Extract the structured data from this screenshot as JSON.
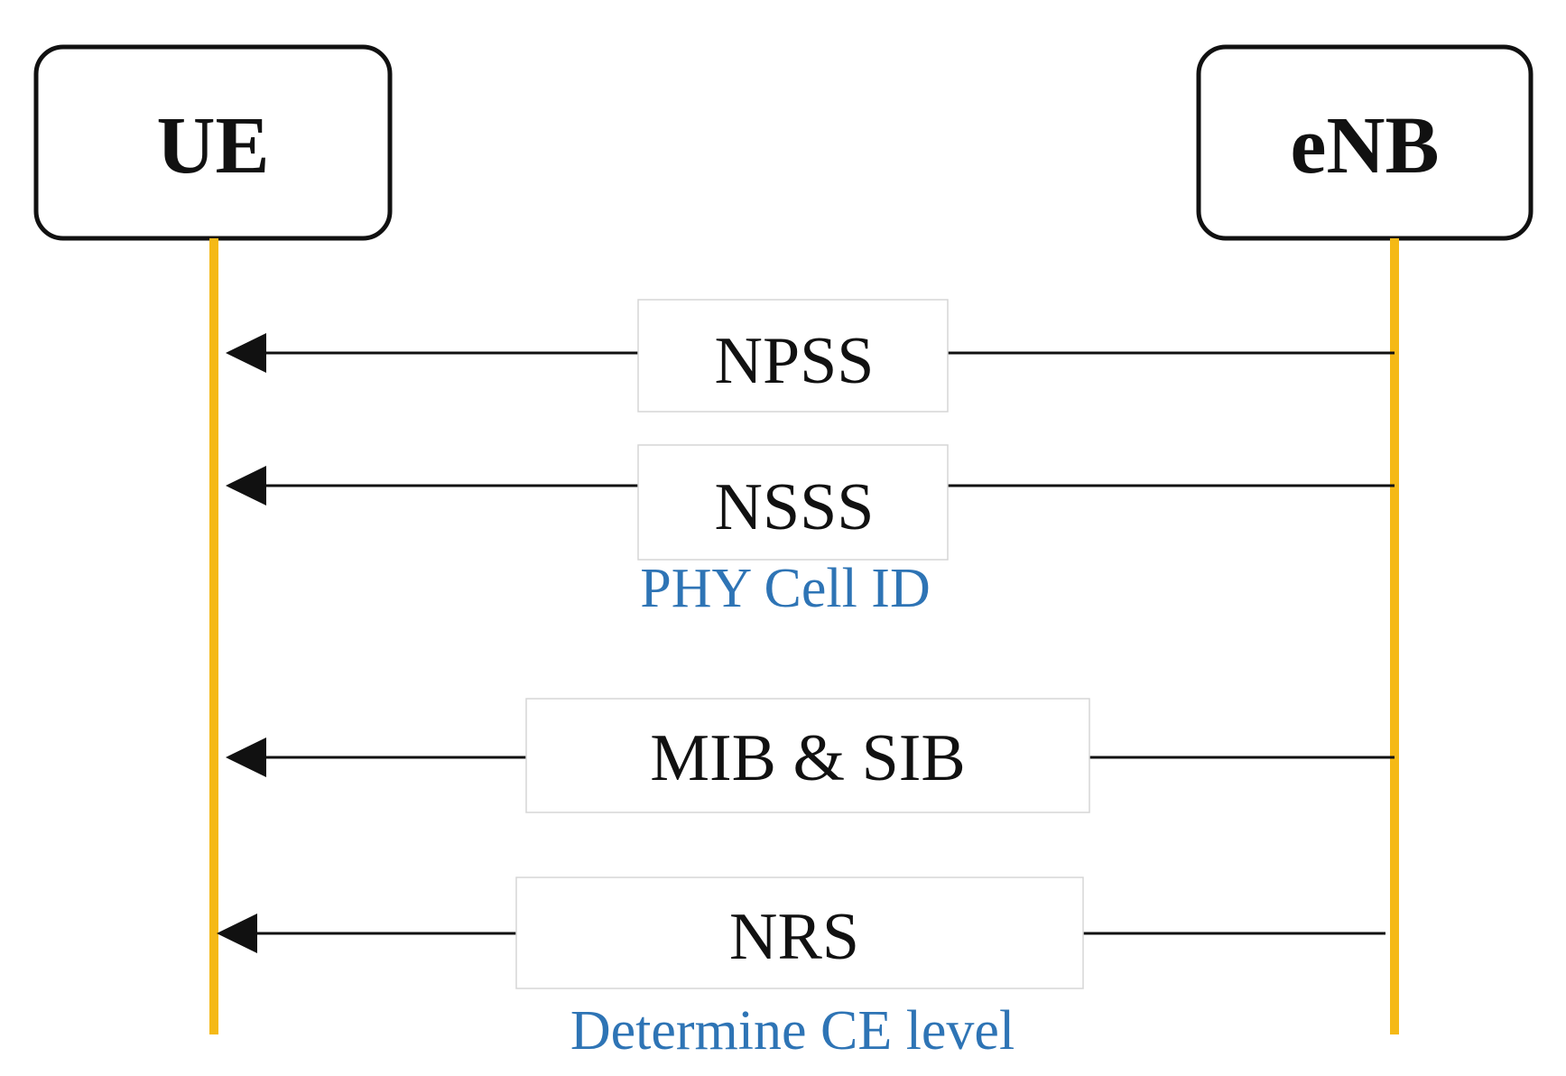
{
  "participants": {
    "ue": {
      "label": "UE"
    },
    "enb": {
      "label": "eNB"
    }
  },
  "messages": [
    {
      "label": "NPSS",
      "from": "eNB",
      "to": "UE"
    },
    {
      "label": "NSSS",
      "from": "eNB",
      "to": "UE"
    },
    {
      "label": "MIB & SIB",
      "from": "eNB",
      "to": "UE"
    },
    {
      "label": "NRS",
      "from": "eNB",
      "to": "UE"
    }
  ],
  "notes": [
    {
      "text": "PHY Cell ID"
    },
    {
      "text": "Determine CE level"
    }
  ],
  "colors": {
    "lifeline": "#F5B916",
    "note_text": "#2E74B5",
    "arrow": "#111111",
    "box_border": "#111111"
  }
}
